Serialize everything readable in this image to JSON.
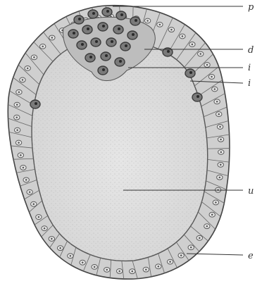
{
  "figure": {
    "labels": [
      {
        "key": "p",
        "text": "p"
      },
      {
        "key": "d",
        "text": "d"
      },
      {
        "key": "i1",
        "text": "i"
      },
      {
        "key": "i2",
        "text": "i"
      },
      {
        "key": "u",
        "text": "u"
      },
      {
        "key": "e",
        "text": "e"
      }
    ],
    "colors": {
      "background": "#ffffff",
      "outline": "#444444",
      "cell_fill": "#d9d9d9",
      "nucleus": "#5a5a5a",
      "inner_mass_nucleus": "#3a3a3a",
      "cavity": "#e2e2e2",
      "leader": "#333333"
    }
  }
}
